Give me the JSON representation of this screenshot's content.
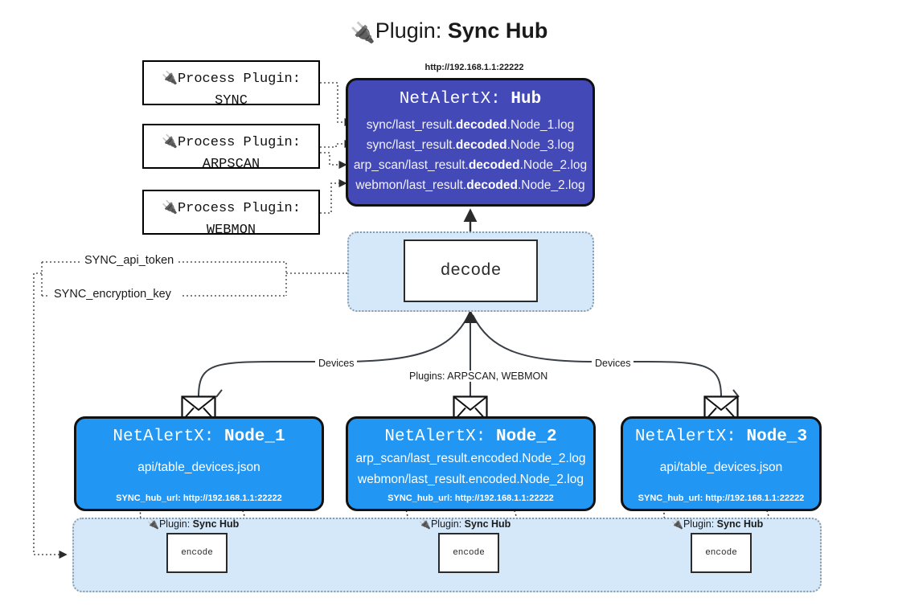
{
  "title": {
    "icon": "plug-icon",
    "prefix": "Plugin:",
    "name": "Sync Hub"
  },
  "process_plugins": [
    {
      "icon": "plug-icon",
      "line1": "Process Plugin:",
      "line2": "SYNC"
    },
    {
      "icon": "plug-icon",
      "line1": "Process Plugin:",
      "line2": "ARPSCAN"
    },
    {
      "icon": "plug-icon",
      "line1": "Process Plugin:",
      "line2": "WEBMON"
    }
  ],
  "hub": {
    "url_label": "http://192.168.1.1:22222",
    "title_prefix": "NetAlertX:",
    "title_name": "Hub",
    "lines": [
      {
        "pre": "sync/last_result.",
        "bold": "decoded",
        "post": ".Node_1.log"
      },
      {
        "pre": "sync/last_result.",
        "bold": "decoded",
        "post": ".Node_3.log"
      },
      {
        "pre": "arp_scan/last_result.",
        "bold": "decoded",
        "post": ".Node_2.log"
      },
      {
        "pre": "webmon/last_result.",
        "bold": "decoded",
        "post": ".Node_2.log"
      }
    ]
  },
  "decode": {
    "label": "decode"
  },
  "secrets": [
    {
      "label": "SYNC_api_token"
    },
    {
      "label": "SYNC_encryption_key"
    }
  ],
  "edge_labels": {
    "devices_left": "Devices",
    "plugins_center": "Plugins: ARPSCAN, WEBMON",
    "devices_right": "Devices"
  },
  "nodes": [
    {
      "icon": "envelope-icon",
      "title_prefix": "NetAlertX:",
      "title_name": "Node_1",
      "lines": [
        "api/table_devices.json"
      ],
      "footer": "SYNC_hub_url: http://192.168.1.1:22222"
    },
    {
      "icon": "envelope-icon",
      "title_prefix": "NetAlertX:",
      "title_name": "Node_2",
      "lines": [
        "arp_scan/last_result.encoded.Node_2.log",
        "webmon/last_result.encoded.Node_2.log"
      ],
      "footer": "SYNC_hub_url: http://192.168.1.1:22222"
    },
    {
      "icon": "envelope-icon",
      "title_prefix": "NetAlertX:",
      "title_name": "Node_3",
      "lines": [
        "api/table_devices.json"
      ],
      "footer": "SYNC_hub_url: http://192.168.1.1:22222"
    }
  ],
  "encoders": [
    {
      "tag_icon": "plug-icon",
      "tag_prefix": "Plugin:",
      "tag_name": "Sync Hub",
      "label": "encode"
    },
    {
      "tag_icon": "plug-icon",
      "tag_prefix": "Plugin:",
      "tag_name": "Sync Hub",
      "label": "encode"
    },
    {
      "tag_icon": "plug-icon",
      "tag_prefix": "Plugin:",
      "tag_name": "Sync Hub",
      "label": "encode"
    }
  ],
  "colors": {
    "hub_fill": "#4449b8",
    "node_fill": "#2196f3",
    "container_fill": "#d4e8fa",
    "stroke": "#111111",
    "dotted_stroke": "#8c9aa8"
  }
}
